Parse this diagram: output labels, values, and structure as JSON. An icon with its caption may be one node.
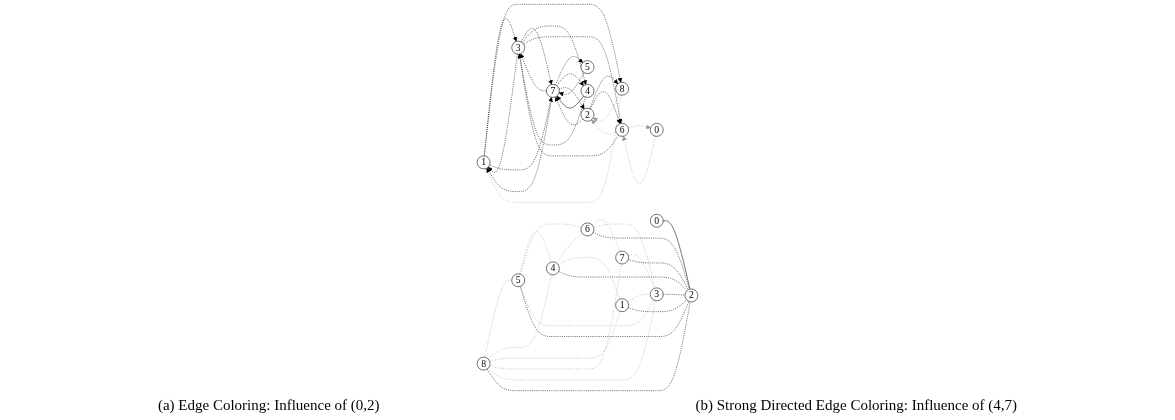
{
  "diagram": {
    "nodes": [
      {
        "text": [
          "8"
        ]
      },
      {
        "text": [
          "5"
        ]
      },
      {
        "text": [
          "4"
        ]
      },
      {
        "text": [
          "6"
        ]
      },
      {
        "text": [
          "7"
        ]
      },
      {
        "text": [
          "1"
        ]
      },
      {
        "text": [
          "3"
        ]
      },
      {
        "text": [
          "0"
        ]
      },
      {
        "text": [
          "2"
        ]
      },
      {
        "text": [
          "1"
        ]
      },
      {
        "text": [
          "3"
        ]
      },
      {
        "text": [
          "8"
        ]
      },
      {
        "text": [
          "5"
        ]
      },
      {
        "text": [
          "7"
        ]
      },
      {
        "text": [
          "4"
        ]
      },
      {
        "text": [
          "6"
        ]
      },
      {
        "text": [
          "2"
        ]
      },
      {
        "text": [
          "0"
        ]
      }
    ],
    "edges": [
      {
        "from": 0,
        "to": 1,
        "arrow": "none",
        "style": "dashed",
        "color": "#999999"
      },
      {
        "from": 0,
        "to": 2,
        "arrow": "none",
        "style": "dashed",
        "color": "#999999"
      },
      {
        "from": 0,
        "to": 5,
        "arrow": "none",
        "style": "dashed",
        "color": "#999999"
      },
      {
        "from": 0,
        "to": 4,
        "arrow": "none",
        "style": "dashed",
        "color": "#999999"
      },
      {
        "from": 0,
        "to": 6,
        "arrow": "none",
        "style": "dashed",
        "color": "#999999"
      },
      {
        "from": 1,
        "to": 2,
        "arrow": "none",
        "style": "dashed",
        "color": "#999999"
      },
      {
        "from": 1,
        "to": 3,
        "arrow": "none",
        "style": "dashed",
        "color": "#999999"
      },
      {
        "from": 1,
        "to": 6,
        "arrow": "none",
        "style": "dashed",
        "color": "#999999"
      },
      {
        "from": 2,
        "to": 3,
        "arrow": "none",
        "style": "dashed",
        "color": "#999999"
      },
      {
        "from": 2,
        "to": 5,
        "arrow": "none",
        "style": "dashed",
        "color": "#999999"
      },
      {
        "from": 3,
        "to": 4,
        "arrow": "none",
        "style": "dashed",
        "color": "#999999"
      },
      {
        "from": 3,
        "to": 6,
        "arrow": "none",
        "style": "dashed",
        "color": "#999999"
      },
      {
        "from": 4,
        "to": 6,
        "arrow": "none",
        "style": "dashed",
        "color": "#999999"
      },
      {
        "from": 5,
        "to": 6,
        "arrow": "none",
        "style": "dashed",
        "color": "#999999"
      },
      {
        "from": 0,
        "to": 8,
        "arrow": "none",
        "style": "dashed"
      },
      {
        "from": 1,
        "to": 8,
        "arrow": "none",
        "style": "dashed"
      },
      {
        "from": 2,
        "to": 8,
        "arrow": "none",
        "style": "dashed"
      },
      {
        "from": 4,
        "to": 8,
        "arrow": "none",
        "style": "dashed"
      },
      {
        "from": 3,
        "to": 8,
        "arrow": "none",
        "style": "dashed"
      },
      {
        "from": 5,
        "to": 8,
        "arrow": "none",
        "style": "dashed"
      },
      {
        "from": 6,
        "to": 8,
        "arrow": "none",
        "style": "dashed"
      },
      {
        "from": 7,
        "to": 8,
        "arrow": "none"
      },
      {
        "from": 9,
        "to": 10,
        "arrow": "to",
        "style": "dashed"
      },
      {
        "from": 10,
        "to": 9,
        "arrow": "to",
        "style": "dashed"
      },
      {
        "from": 11,
        "to": 9,
        "arrow": "to",
        "style": "dashed",
        "color": "#999999"
      },
      {
        "from": 9,
        "to": 11,
        "arrow": "to",
        "style": "dashed"
      },
      {
        "from": 16,
        "to": 11,
        "arrow": "to",
        "style": "dashed"
      },
      {
        "from": 11,
        "to": 16,
        "arrow": "to",
        "style": "dashed",
        "color": "#999999"
      },
      {
        "from": 13,
        "to": 12,
        "arrow": "to",
        "style": "dashed"
      },
      {
        "from": 12,
        "to": 13,
        "arrow": "to",
        "style": "dashed"
      },
      {
        "from": 13,
        "to": 9,
        "arrow": "to",
        "style": "dashed"
      },
      {
        "from": 9,
        "to": 13,
        "arrow": "to",
        "style": "dashed"
      },
      {
        "from": 13,
        "to": 10,
        "arrow": "to",
        "style": "dashed"
      },
      {
        "from": 10,
        "to": 13,
        "arrow": "to",
        "style": "dashed"
      },
      {
        "from": 14,
        "to": 10,
        "arrow": "to",
        "style": "dashed"
      },
      {
        "from": 10,
        "to": 14,
        "arrow": "to",
        "style": "dashed"
      },
      {
        "from": 13,
        "to": 14,
        "arrow": "to",
        "style": "dashed"
      },
      {
        "from": 14,
        "to": 13,
        "arrow": "to"
      },
      {
        "from": 10,
        "to": 15,
        "arrow": "to",
        "style": "dashed"
      },
      {
        "from": 15,
        "to": 10,
        "arrow": "to",
        "style": "dashed"
      },
      {
        "from": 16,
        "to": 13,
        "arrow": "to",
        "style": "dashed"
      },
      {
        "from": 13,
        "to": 16,
        "arrow": "to",
        "style": "dashed"
      },
      {
        "from": 16,
        "to": 15,
        "arrow": "to",
        "style": "dashed"
      },
      {
        "from": 15,
        "to": 16,
        "arrow": "to",
        "style": "dashed",
        "color": "#999999"
      },
      {
        "from": 15,
        "to": 17,
        "arrow": "to",
        "style": "dashed",
        "color": "#999999"
      },
      {
        "from": 17,
        "to": 15,
        "arrow": "to",
        "style": "dashed",
        "color": "#999999"
      }
    ],
    "labels": [
      "(a) Edge Coloring: Influence of (0,2)",
      "(b) Strong Directed Edge Coloring: Influence of (4,7)"
    ]
  }
}
